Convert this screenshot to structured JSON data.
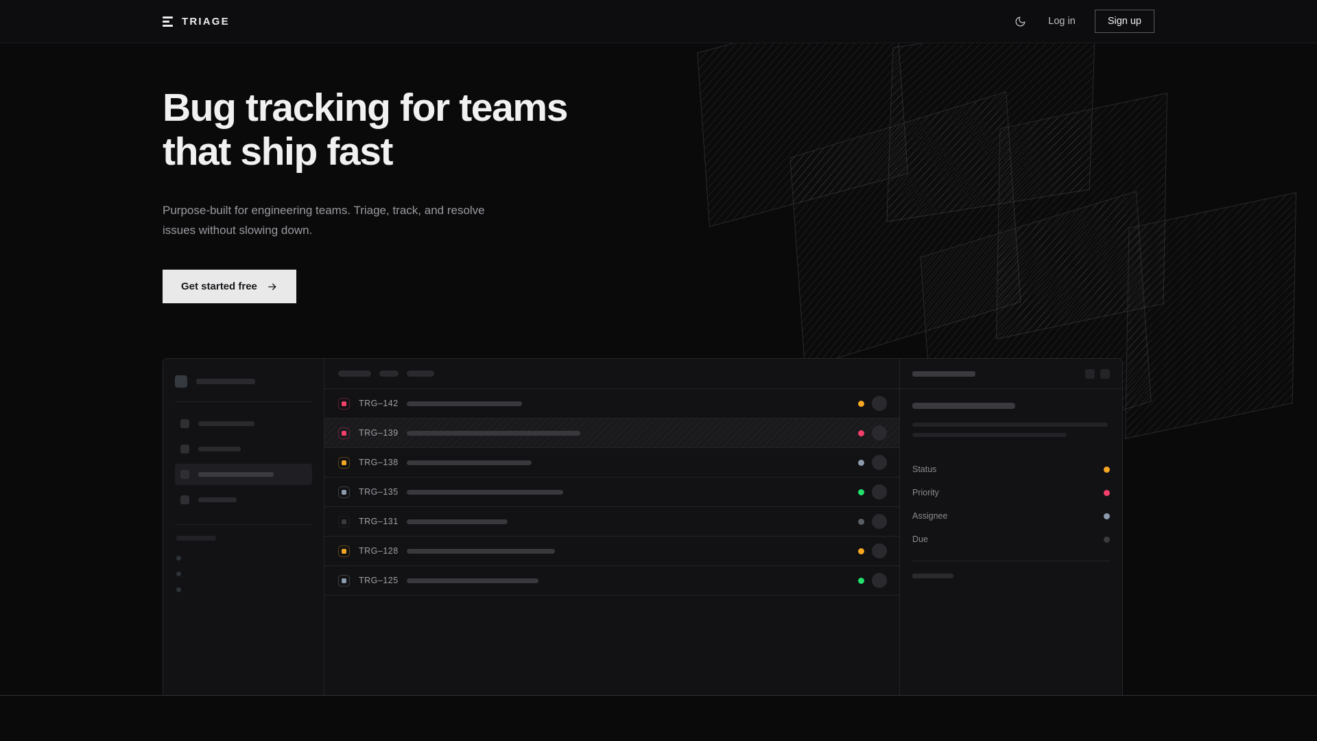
{
  "nav": {
    "brand": "TRIAGE",
    "theme_toggle_icon": "moon-icon",
    "login_label": "Log in",
    "signup_label": "Sign up"
  },
  "hero": {
    "headline_line1": "Bug tracking for teams",
    "headline_line2": "that ship fast",
    "subtitle": "Purpose-built for engineering teams. Triage, track, and resolve issues without slowing down.",
    "cta_label": "Get started free",
    "cta_icon": "arrow-right-icon"
  },
  "colors": {
    "page_bg": "#0a0a0b",
    "panel_bg": "#121214",
    "border": "#242428",
    "cta_bg": "#e9e9ea",
    "status_orange": "#f5a623",
    "status_pink": "#f43f6b",
    "status_green": "#22e06a",
    "status_slate": "#8d9aac",
    "status_muted": "#3a3a3f"
  },
  "app_mock": {
    "sidebar": {
      "workspace_label_width": 86,
      "nav_items": [
        {
          "width": 82,
          "active": false
        },
        {
          "width": 62,
          "active": false
        },
        {
          "width": 110,
          "active": true
        },
        {
          "width": 56,
          "active": false
        }
      ],
      "section_label_width": 58,
      "mini_items": 3
    },
    "toolbar": {
      "chips": [
        48,
        28,
        40
      ]
    },
    "issue_rows": [
      {
        "id": "TRG–142",
        "badge_color": "#f43f6b",
        "title_width": 168,
        "status_color": "#f5a623",
        "selected": false
      },
      {
        "id": "TRG–139",
        "badge_color": "#f43f6b",
        "title_width": 253,
        "status_color": "#f43f6b",
        "selected": true
      },
      {
        "id": "TRG–138",
        "badge_color": "#f5a623",
        "title_width": 182,
        "status_color": "#8d9aac",
        "selected": false
      },
      {
        "id": "TRG–135",
        "badge_color": "#8d9aac",
        "title_width": 228,
        "status_color": "#22e06a",
        "selected": false
      },
      {
        "id": "TRG–131",
        "badge_color": "#3a3a3f",
        "title_width": 147,
        "status_color": "#5a5f66",
        "selected": false
      },
      {
        "id": "TRG–128",
        "badge_color": "#f5a623",
        "title_width": 216,
        "status_color": "#f5a623",
        "selected": false
      },
      {
        "id": "TRG–125",
        "badge_color": "#8d9aac",
        "title_width": 192,
        "status_color": "#22e06a",
        "selected": false
      }
    ],
    "detail": {
      "header_label_width": 92,
      "title_width": 150,
      "body_lines": [
        285,
        225
      ],
      "properties": [
        {
          "label": "Status",
          "value_color": "#f5a623"
        },
        {
          "label": "Priority",
          "value_color": "#f43f6b"
        },
        {
          "label": "Assignee",
          "value_color": "#8d9aac"
        },
        {
          "label": "Due",
          "value_color": "#3a3a3f"
        }
      ],
      "activity_label_width": 60,
      "activity_items": 2
    }
  }
}
